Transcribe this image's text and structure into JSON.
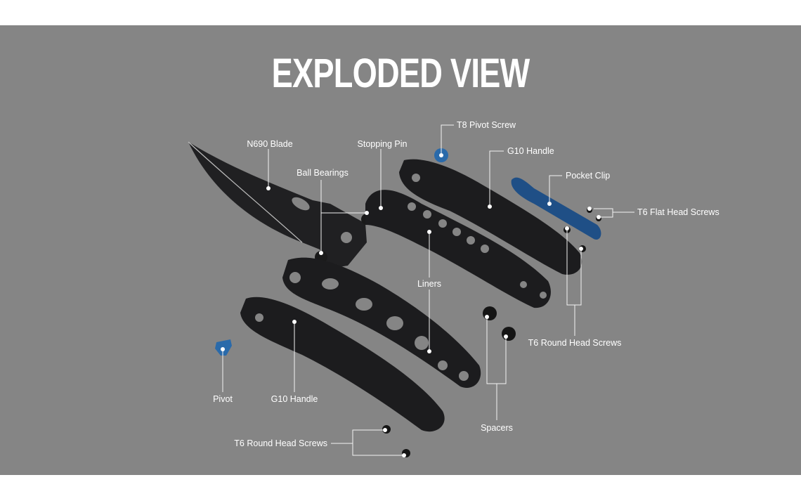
{
  "title": "EXPLODED VIEW",
  "colors": {
    "background": "#858585",
    "part_black": "#1c1c1e",
    "titanium_blue": "#1f4f86",
    "label": "#ffffff"
  },
  "labels": {
    "blade": "N690 Blade",
    "stopping_pin": "Stopping Pin",
    "ball_bearings": "Ball Bearings",
    "pivot_screw": "T8 Pivot Screw",
    "handle_top": "G10 Handle",
    "pocket_clip": "Pocket Clip",
    "flat_head_screws": "T6 Flat Head Screws",
    "round_head_screws_right": "T6 Round Head Screws",
    "liners": "Liners",
    "spacers": "Spacers",
    "pivot": "Pivot",
    "handle_bottom": "G10 Handle",
    "round_head_screws_bottom": "T6 Round Head Screws"
  }
}
